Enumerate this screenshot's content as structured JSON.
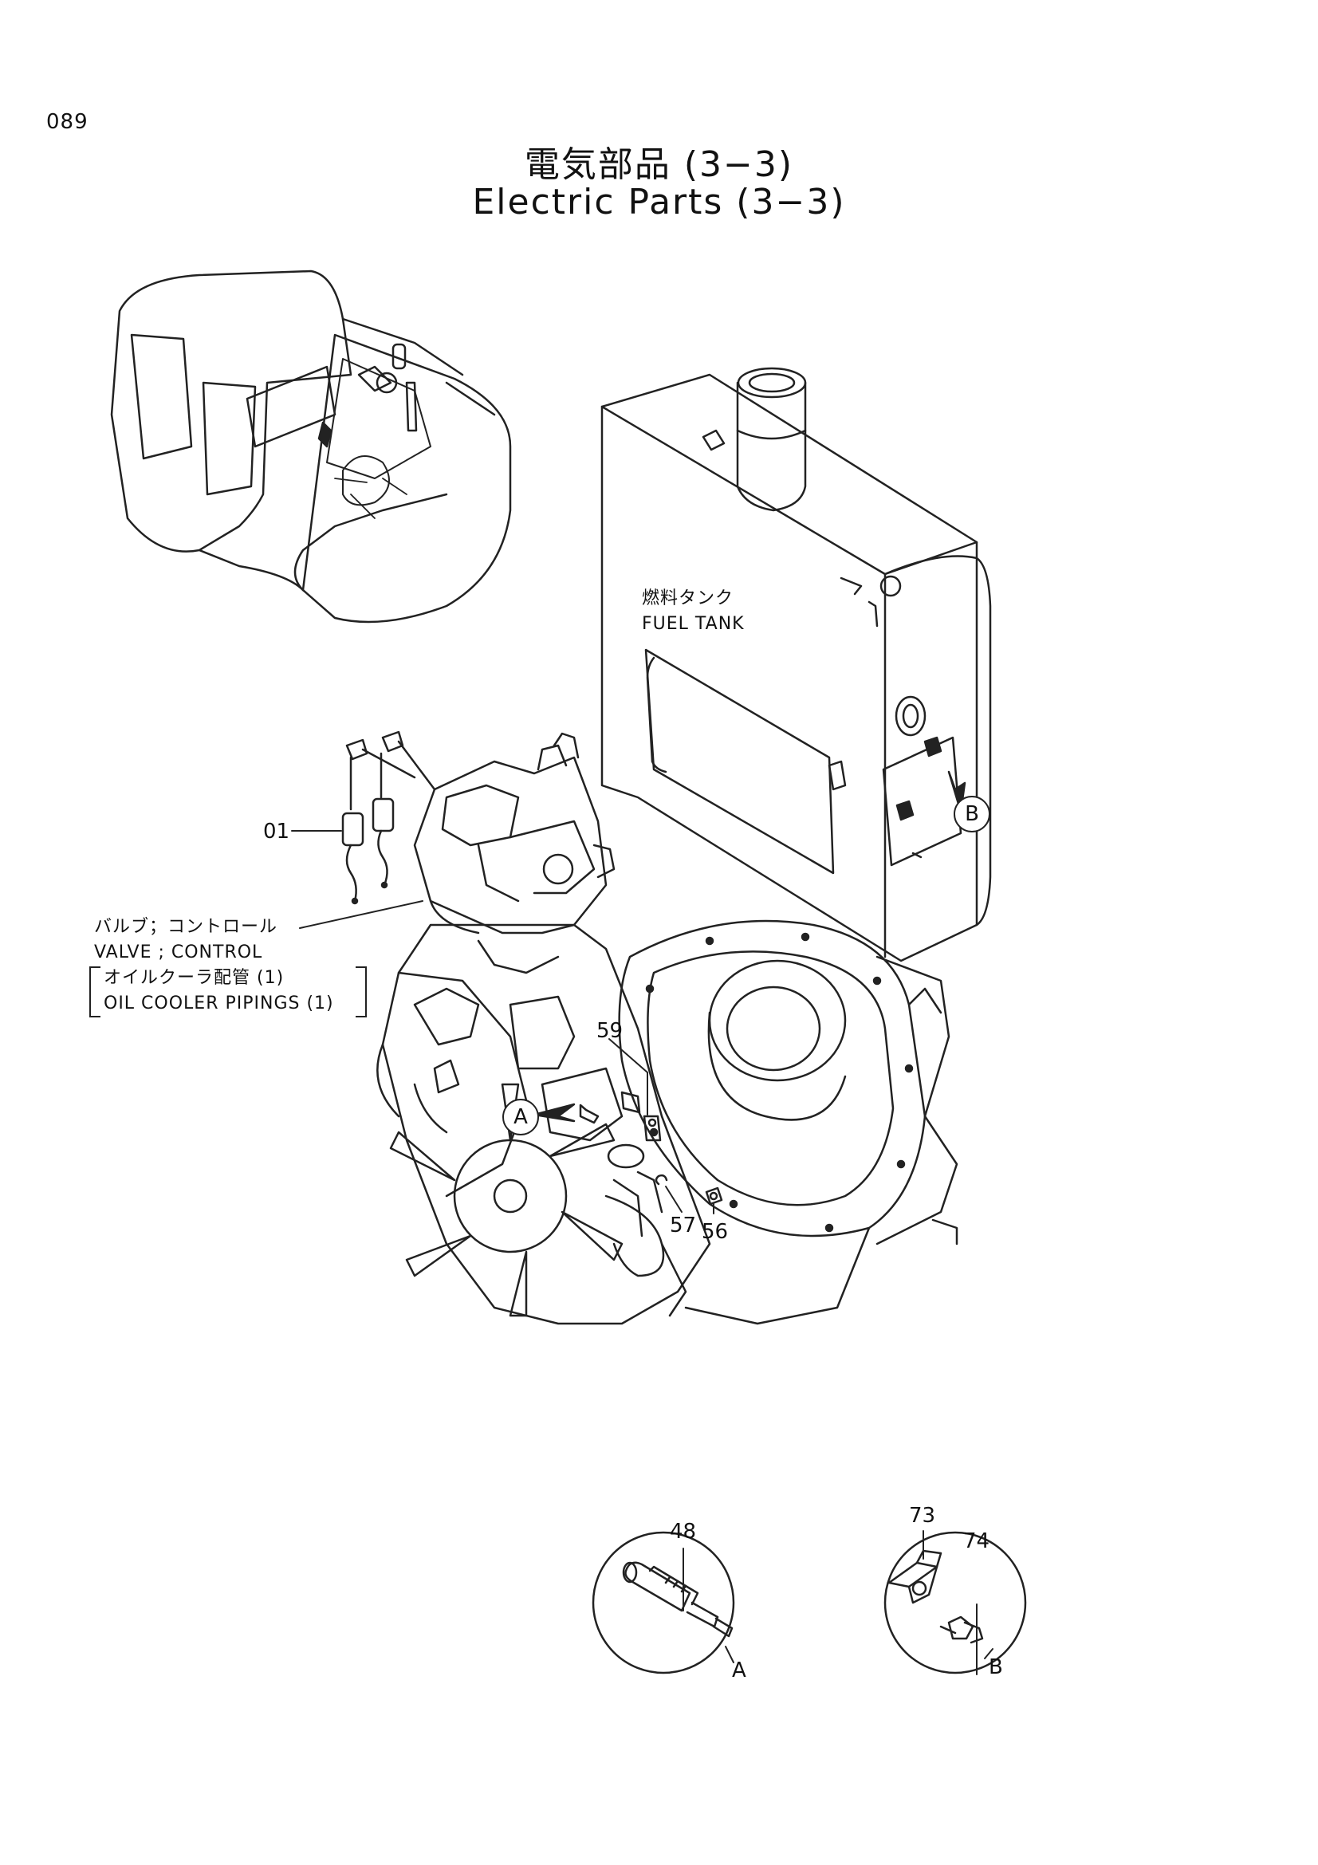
{
  "page": {
    "number": "089"
  },
  "title": {
    "jp": "電気部品 (3−3)",
    "en": "Electric Parts (3−3)"
  },
  "labels": {
    "fuel_tank_jp": "燃料タンク",
    "fuel_tank_en": "FUEL TANK",
    "valve_jp": "バルブ；コントロール",
    "valve_en": "VALVE ; CONTROL",
    "oil_cooler_jp": "オイルクーラ配管 (1)",
    "oil_cooler_en": "OIL COOLER PIPINGS (1)"
  },
  "part_numbers": {
    "p01": "01",
    "p59": "59",
    "p57": "57",
    "p56": "56",
    "p48": "48",
    "p73": "73",
    "p74": "74"
  },
  "callouts": {
    "a": "A",
    "b": "B"
  },
  "detail_labels": {
    "a": "A",
    "b": "B"
  }
}
